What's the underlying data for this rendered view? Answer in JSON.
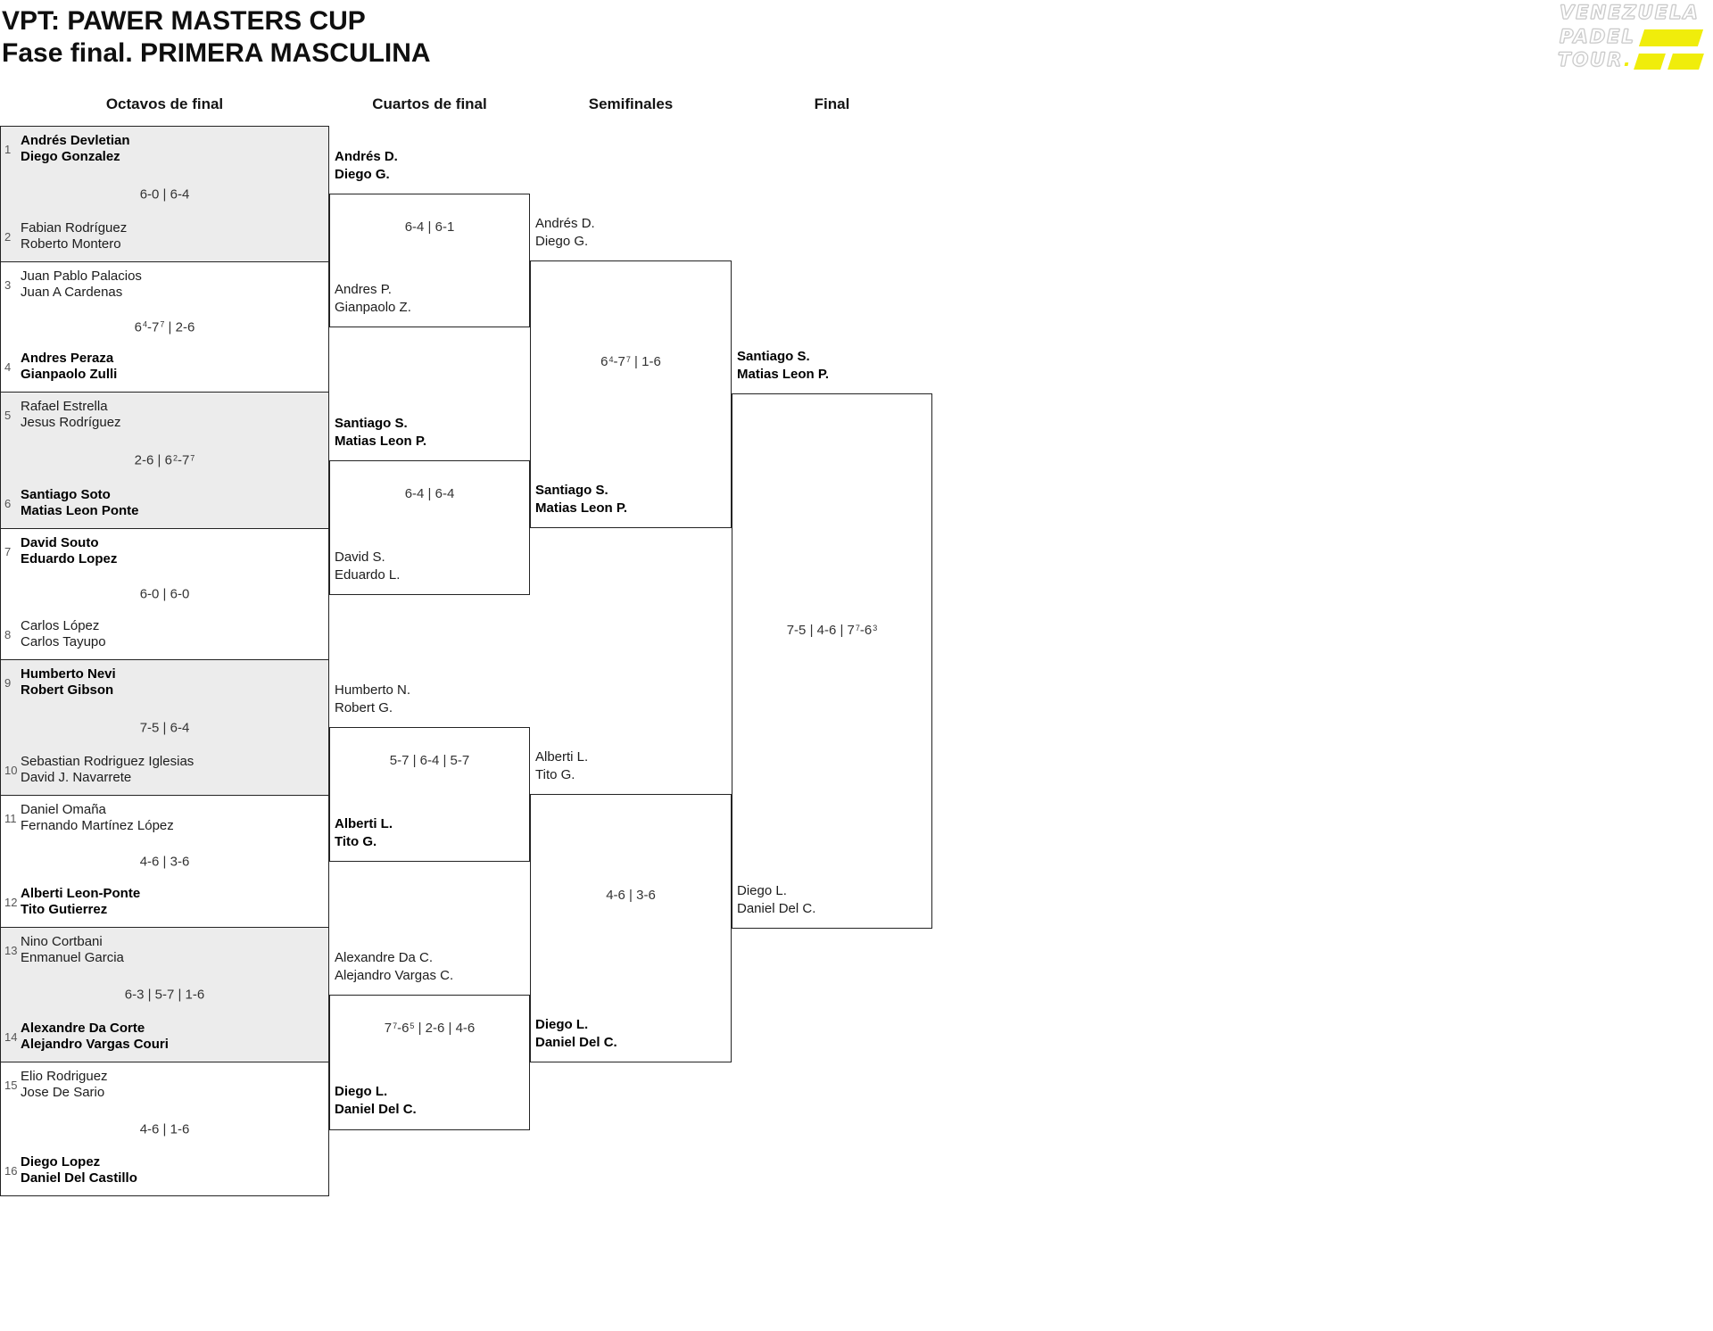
{
  "title": {
    "line1": "VPT: PAWER MASTERS CUP",
    "line2": "Fase final. PRIMERA MASCULINA"
  },
  "logo": {
    "line1": "VENEZUELA",
    "line2": "PADEL",
    "line3": "TOUR",
    "dot": ".",
    "accent_color": "#f0ed0b"
  },
  "colors": {
    "zebra_fill": "#ececec",
    "border": "#232323",
    "accent_yellow": "#f0ed0b"
  },
  "rounds": [
    {
      "label": "Octavos de final"
    },
    {
      "label": "Cuartos de final"
    },
    {
      "label": "Semifinales"
    },
    {
      "label": "Final"
    }
  ],
  "octavos": {
    "matches": [
      {
        "score": "6-0 | 6-4",
        "teams": [
          {
            "seed": "1",
            "players": [
              "Andrés Devletian",
              "Diego Gonzalez"
            ],
            "winner": true
          },
          {
            "seed": "2",
            "players": [
              "Fabian Rodríguez",
              "Roberto Montero"
            ],
            "winner": false
          }
        ]
      },
      {
        "score": "6^4-7^7 | 2-6",
        "teams": [
          {
            "seed": "3",
            "players": [
              "Juan Pablo Palacios",
              "Juan A Cardenas"
            ],
            "winner": false
          },
          {
            "seed": "4",
            "players": [
              "Andres Peraza",
              "Gianpaolo Zulli"
            ],
            "winner": true
          }
        ]
      },
      {
        "score": "2-6 | 6^2-7^7",
        "teams": [
          {
            "seed": "5",
            "players": [
              "Rafael Estrella",
              "Jesus Rodríguez"
            ],
            "winner": false
          },
          {
            "seed": "6",
            "players": [
              "Santiago Soto",
              "Matias Leon Ponte"
            ],
            "winner": true
          }
        ]
      },
      {
        "score": "6-0 | 6-0",
        "teams": [
          {
            "seed": "7",
            "players": [
              "David Souto",
              "Eduardo Lopez"
            ],
            "winner": true
          },
          {
            "seed": "8",
            "players": [
              "Carlos López",
              "Carlos Tayupo"
            ],
            "winner": false
          }
        ]
      },
      {
        "score": "7-5 | 6-4",
        "teams": [
          {
            "seed": "9",
            "players": [
              "Humberto Nevi",
              "Robert Gibson"
            ],
            "winner": true
          },
          {
            "seed": "10",
            "players": [
              "Sebastian Rodriguez Iglesias",
              "David J. Navarrete"
            ],
            "winner": false
          }
        ]
      },
      {
        "score": "4-6 | 3-6",
        "teams": [
          {
            "seed": "11",
            "players": [
              "Daniel Omaña",
              "Fernando Martínez López"
            ],
            "winner": false
          },
          {
            "seed": "12",
            "players": [
              "Alberti Leon-Ponte",
              "Tito Gutierrez"
            ],
            "winner": true
          }
        ]
      },
      {
        "score": "6-3 | 5-7 | 1-6",
        "teams": [
          {
            "seed": "13",
            "players": [
              "Nino Cortbani",
              "Enmanuel Garcia"
            ],
            "winner": false
          },
          {
            "seed": "14",
            "players": [
              "Alexandre Da Corte",
              "Alejandro Vargas Couri"
            ],
            "winner": true
          }
        ]
      },
      {
        "score": "4-6 | 1-6",
        "teams": [
          {
            "seed": "15",
            "players": [
              "Elio Rodriguez",
              "Jose De Sario"
            ],
            "winner": false
          },
          {
            "seed": "16",
            "players": [
              "Diego Lopez",
              "Daniel Del Castillo"
            ],
            "winner": true
          }
        ]
      }
    ]
  },
  "cuartos": {
    "matches": [
      {
        "score": "6-4 | 6-1",
        "top": {
          "players": [
            "Andrés D.",
            "Diego G."
          ],
          "winner": true
        },
        "bottom": {
          "players": [
            "Andres P.",
            "Gianpaolo Z."
          ],
          "winner": false
        }
      },
      {
        "score": "6-4 | 6-4",
        "top": {
          "players": [
            "Santiago S.",
            "Matias Leon P."
          ],
          "winner": true
        },
        "bottom": {
          "players": [
            "David S.",
            "Eduardo L."
          ],
          "winner": false
        }
      },
      {
        "score": "5-7 | 6-4 | 5-7",
        "top": {
          "players": [
            "Humberto N.",
            "Robert G."
          ],
          "winner": false
        },
        "bottom": {
          "players": [
            "Alberti L.",
            "Tito G."
          ],
          "winner": true
        }
      },
      {
        "score": "7^7-6^5 | 2-6 | 4-6",
        "top": {
          "players": [
            "Alexandre Da C.",
            "Alejandro Vargas C."
          ],
          "winner": false
        },
        "bottom": {
          "players": [
            "Diego L.",
            "Daniel Del C."
          ],
          "winner": true
        }
      }
    ]
  },
  "semifinales": {
    "matches": [
      {
        "score": "6^4-7^7 | 1-6",
        "top": {
          "players": [
            "Andrés D.",
            "Diego G."
          ],
          "winner": false
        },
        "bottom": {
          "players": [
            "Santiago S.",
            "Matias Leon P."
          ],
          "winner": true
        }
      },
      {
        "score": "4-6 | 3-6",
        "top": {
          "players": [
            "Alberti L.",
            "Tito G."
          ],
          "winner": false
        },
        "bottom": {
          "players": [
            "Diego L.",
            "Daniel Del C."
          ],
          "winner": true
        }
      }
    ]
  },
  "final": {
    "matches": [
      {
        "score": "7-5 | 4-6 | 7^7-6^3",
        "top": {
          "players": [
            "Santiago S.",
            "Matias Leon P."
          ],
          "winner": true
        },
        "bottom": {
          "players": [
            "Diego L.",
            "Daniel Del C."
          ],
          "winner": false
        }
      }
    ]
  }
}
